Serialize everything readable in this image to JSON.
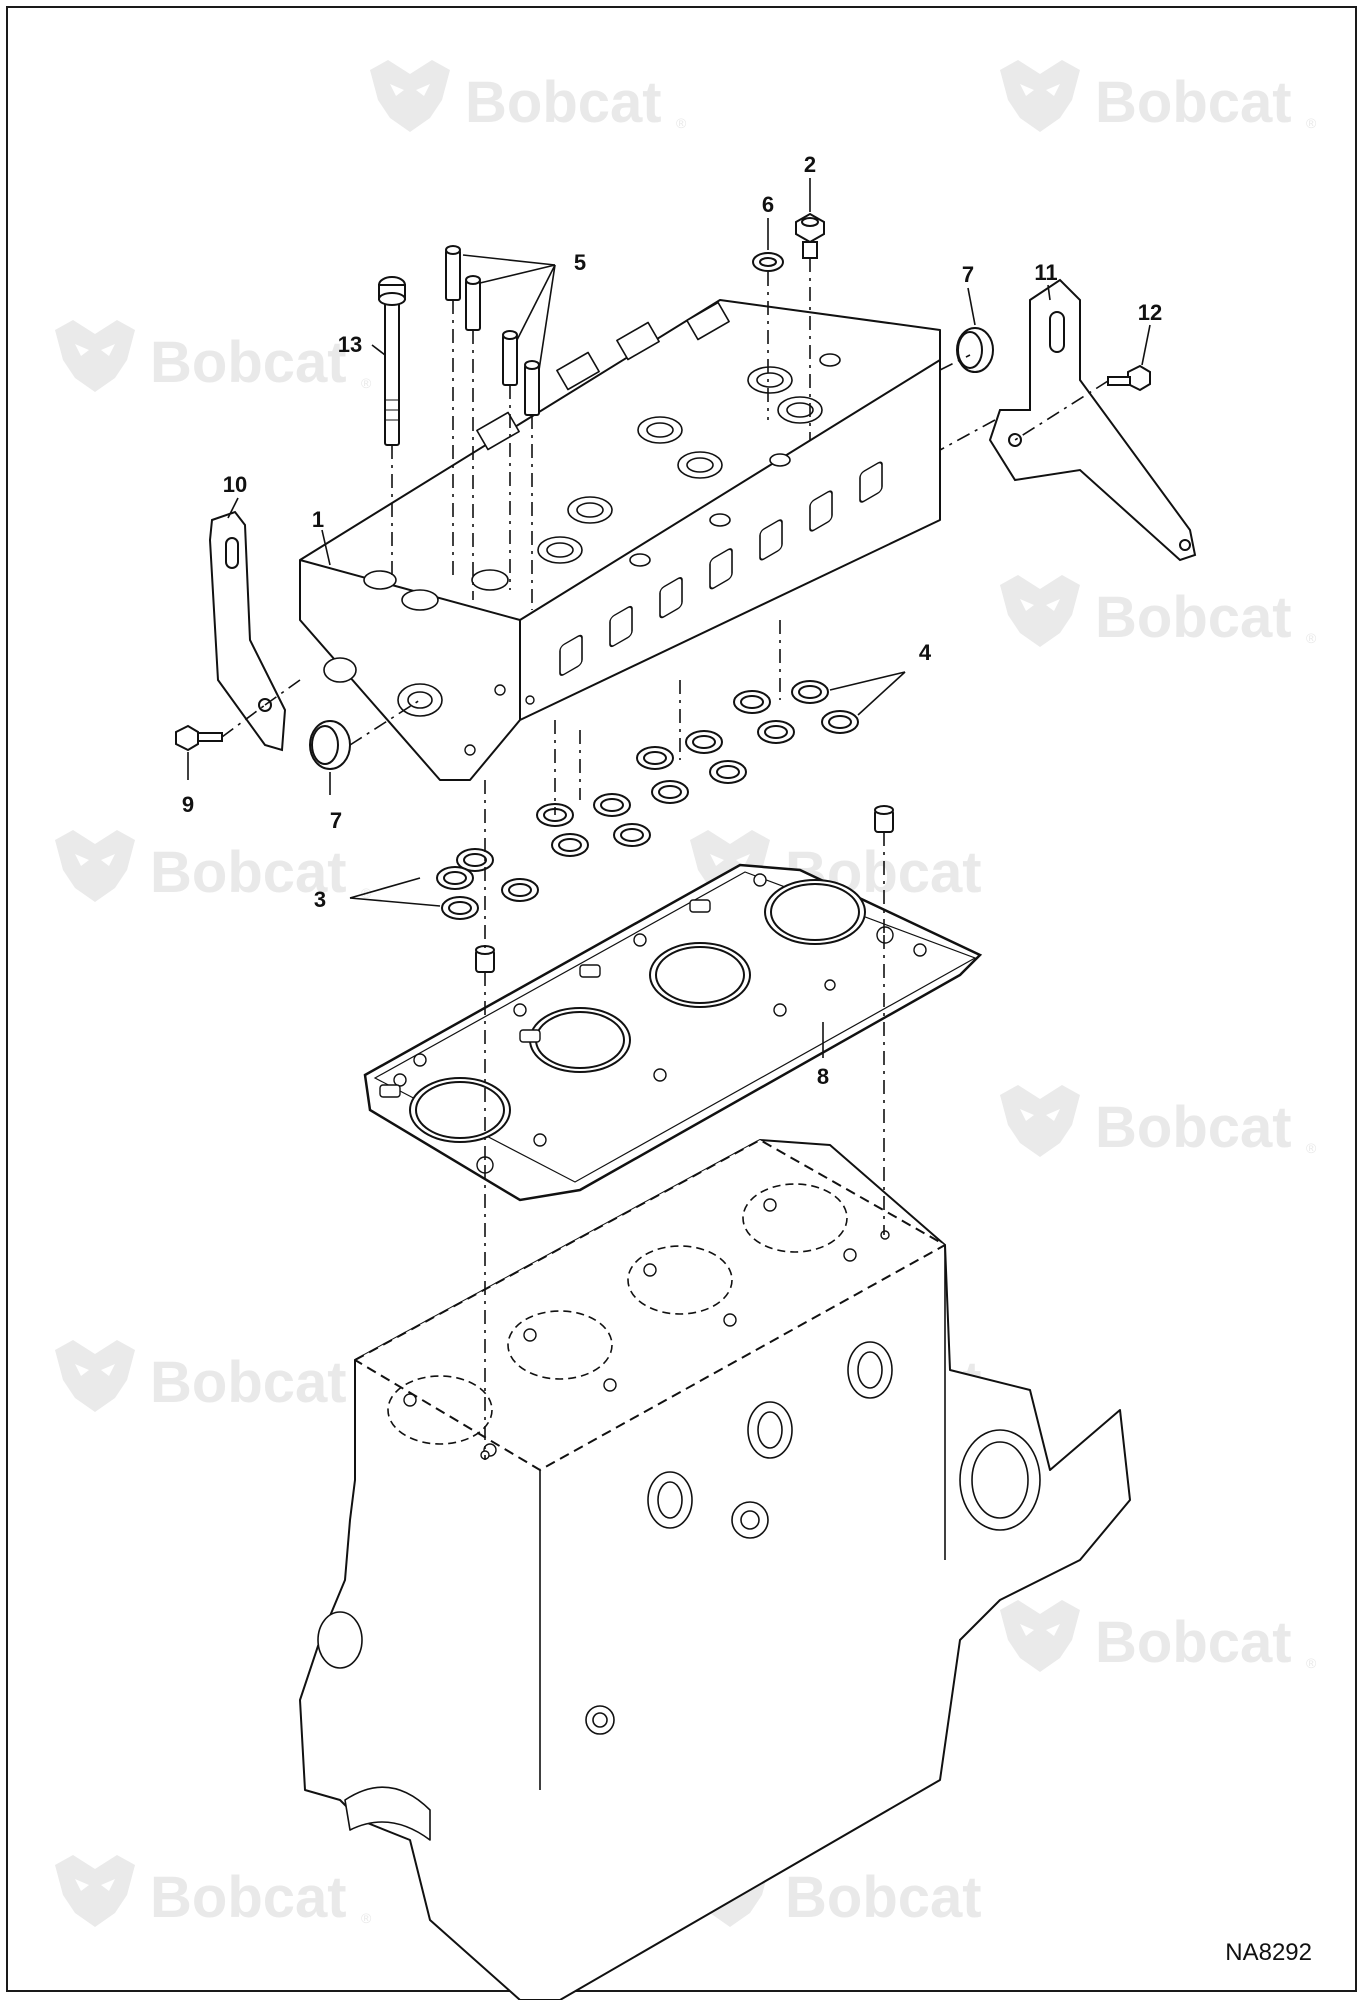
{
  "figure_id": "NA8292",
  "watermark_text": "Bobcat",
  "watermark_registered": "®",
  "callouts": [
    "1",
    "2",
    "3",
    "4",
    "5",
    "6",
    "7",
    "7",
    "8",
    "9",
    "10",
    "11",
    "12",
    "13"
  ],
  "colors": {
    "ink": "#111111",
    "watermark": "#e9e9e9",
    "background": "#ffffff"
  }
}
